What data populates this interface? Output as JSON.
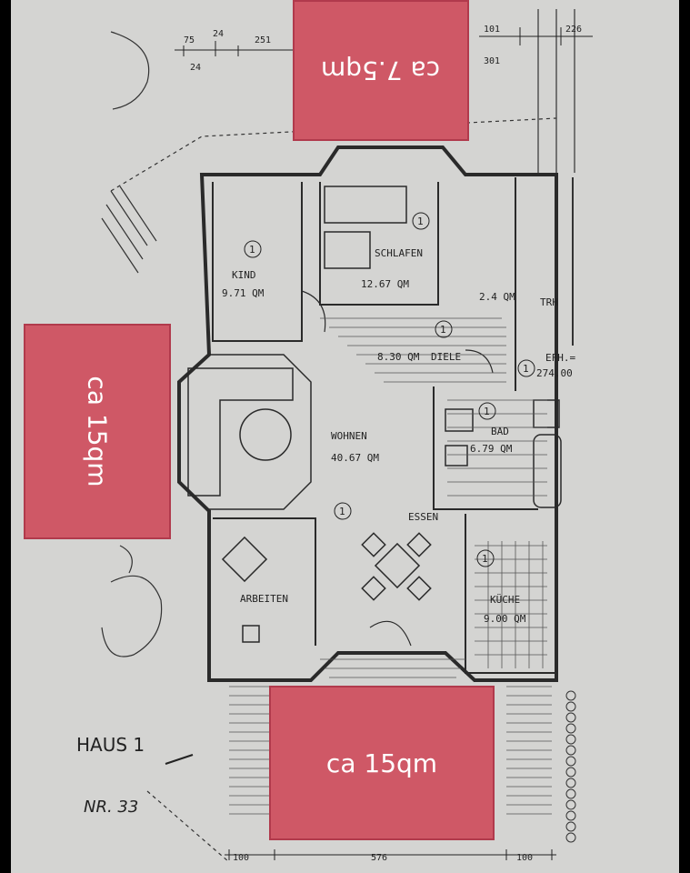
{
  "overlays": {
    "top": "ca 7.5qm",
    "left": "ca 15qm",
    "bottom": "ca 15qm"
  },
  "rooms": {
    "kind": {
      "name": "KIND",
      "area": "9.71 QM",
      "num": "1"
    },
    "schlafen": {
      "name": "SCHLAFEN",
      "area": "12.67 QM",
      "num": "1"
    },
    "diele": {
      "area": "8.30 QM",
      "name": "DIELE",
      "num": "1"
    },
    "wohnen": {
      "name": "WOHNEN",
      "area": "40.67 QM",
      "num": "1"
    },
    "essen": {
      "name": "ESSEN"
    },
    "arbeiten": {
      "name": "ARBEITEN"
    },
    "bad": {
      "name": "BAD",
      "area": "6.79 QM",
      "num": "1"
    },
    "kueche": {
      "name": "KÜCHE",
      "area": "9.00 QM",
      "num": "1"
    },
    "abstell": {
      "area": "2.4 QM"
    },
    "trh": {
      "name": "TRH"
    },
    "efh": {
      "label": "EFH.=",
      "value": "274.00",
      "num": "1"
    }
  },
  "dimensions": {
    "top_a": "75",
    "top_b": "24",
    "top_c": "251",
    "top_d": "24",
    "top_e": "101",
    "top_f": "226",
    "top_g": "301",
    "bottom_left": "100",
    "bottom_mid": "576",
    "bottom_right": "100"
  },
  "notes": {
    "haus": "HAUS 1",
    "nr": "NR. 33"
  }
}
